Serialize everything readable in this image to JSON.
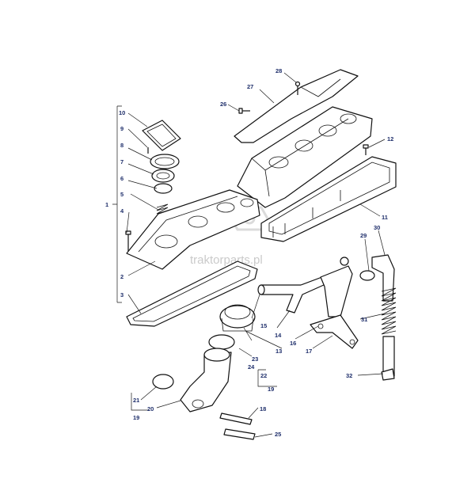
{
  "diagram": {
    "callouts": {
      "c1": "1",
      "c2": "2",
      "c3": "3",
      "c4": "4",
      "c5": "5",
      "c6": "6",
      "c7": "7",
      "c8": "8",
      "c9": "9",
      "c10": "10",
      "c11": "11",
      "c12": "12",
      "c13": "13",
      "c14": "14",
      "c15": "15",
      "c16": "16",
      "c17": "17",
      "c18": "18",
      "c19a": "19",
      "c19b": "19",
      "c20": "20",
      "c21": "21",
      "c22": "22",
      "c23": "23",
      "c24": "24",
      "c25": "25",
      "c26": "26",
      "c27": "27",
      "c28": "28",
      "c29": "29",
      "c30": "30",
      "c31": "31",
      "c32": "32"
    },
    "watermark": "traktorparts.pl",
    "colors": {
      "callout": "#1f2f6b",
      "line": "#111111",
      "watermark": "#b9b9b9"
    }
  }
}
